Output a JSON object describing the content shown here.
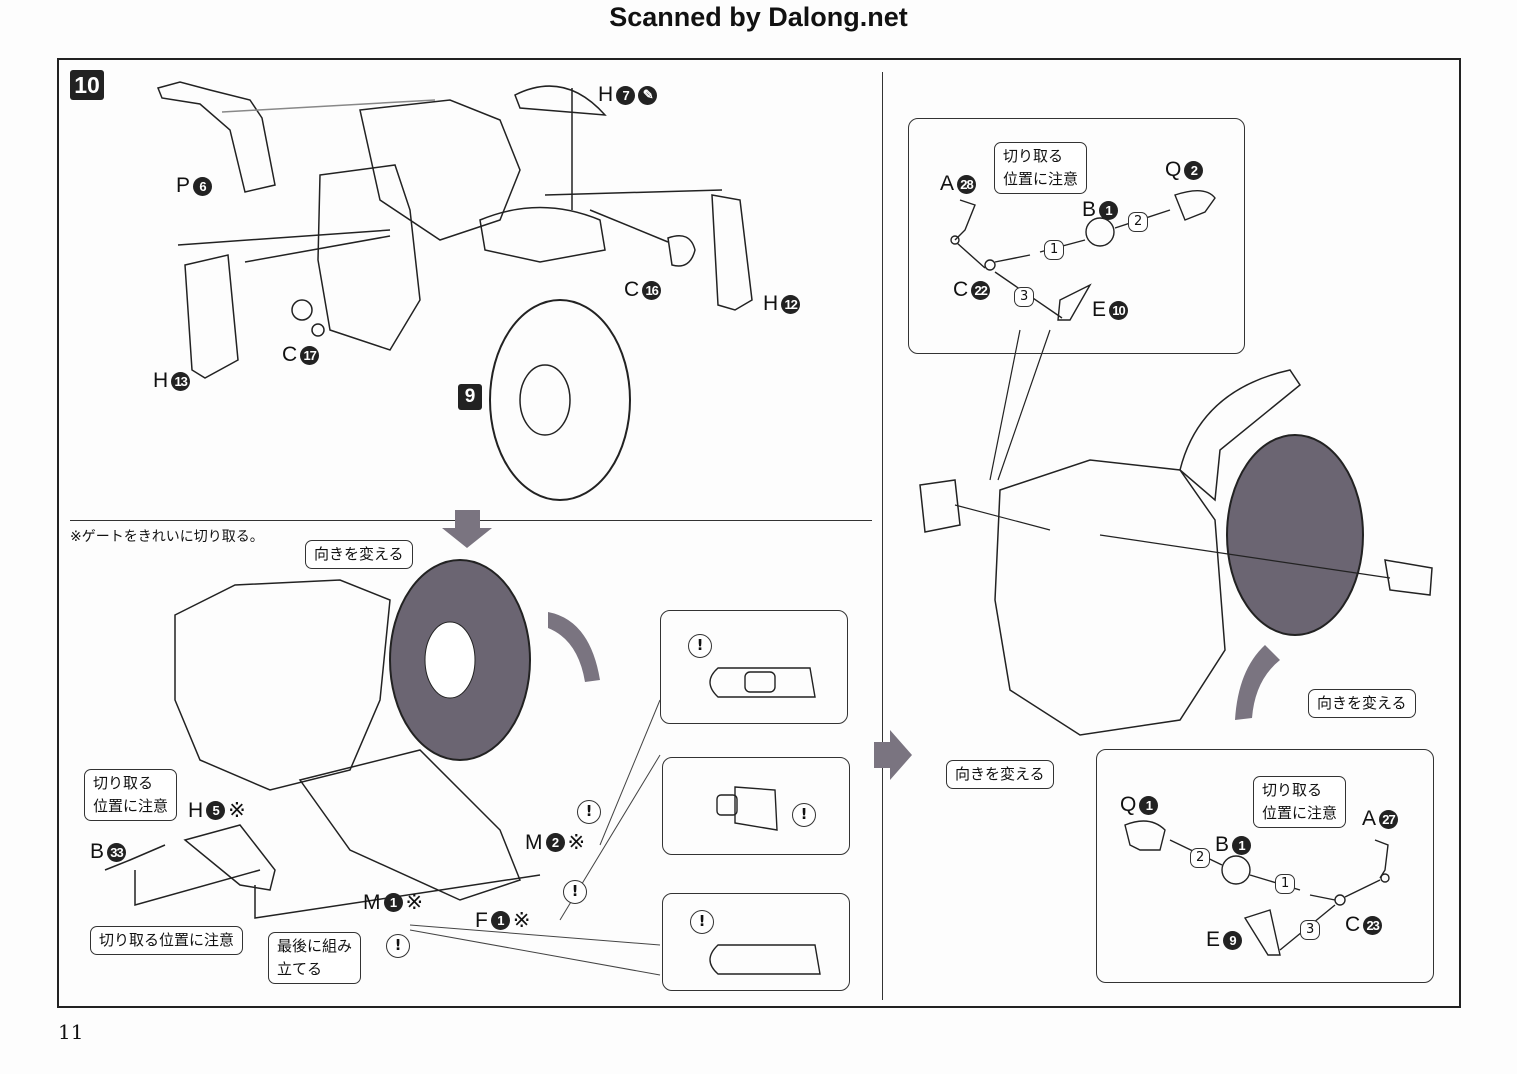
{
  "watermark": "Scanned by Dalong.net",
  "page_number": "11",
  "step": {
    "number": "10",
    "sub_step": "9"
  },
  "colors": {
    "ink": "#222222",
    "arrow_gray": "#7a7480",
    "paper": "#fdfdfd"
  },
  "top_left_section": {
    "parts": [
      {
        "letter": "P",
        "num": "6"
      },
      {
        "letter": "H",
        "num": "7",
        "extra_icon": "paint-icon"
      },
      {
        "letter": "C",
        "num": "16"
      },
      {
        "letter": "H",
        "num": "12"
      },
      {
        "letter": "C",
        "num": "17"
      },
      {
        "letter": "H",
        "num": "13"
      }
    ]
  },
  "bottom_left_section": {
    "gate_note": "※ゲートをきれいに切り取る。",
    "change_direction": "向きを変える",
    "cut_position_note_short": [
      "切り取る",
      "位置に注意"
    ],
    "cut_position_note_long": "切り取る位置に注意",
    "assemble_last": [
      "最後に組み",
      "立てる"
    ],
    "parts": [
      {
        "letter": "H",
        "num": "5",
        "mark": "※"
      },
      {
        "letter": "B",
        "num": "33"
      },
      {
        "letter": "M",
        "num": "2",
        "mark": "※"
      },
      {
        "letter": "M",
        "num": "1",
        "mark": "※"
      },
      {
        "letter": "F",
        "num": "1",
        "mark": "※"
      }
    ],
    "warning_icon": "!"
  },
  "right_section": {
    "top_detail": {
      "note": [
        "切り取る",
        "位置に注意"
      ],
      "parts": [
        {
          "letter": "A",
          "num": "28"
        },
        {
          "letter": "Q",
          "num": "2"
        },
        {
          "letter": "B",
          "num": "1"
        },
        {
          "letter": "C",
          "num": "22"
        },
        {
          "letter": "E",
          "num": "10"
        }
      ],
      "order_steps": [
        "1",
        "2",
        "3"
      ]
    },
    "change_direction_1": "向きを変える",
    "change_direction_2": "向きを変える",
    "bottom_detail": {
      "note": [
        "切り取る",
        "位置に注意"
      ],
      "parts": [
        {
          "letter": "Q",
          "num": "1"
        },
        {
          "letter": "B",
          "num": "1"
        },
        {
          "letter": "A",
          "num": "27"
        },
        {
          "letter": "C",
          "num": "23"
        },
        {
          "letter": "E",
          "num": "9"
        }
      ],
      "order_steps": [
        "1",
        "2",
        "3"
      ]
    }
  }
}
